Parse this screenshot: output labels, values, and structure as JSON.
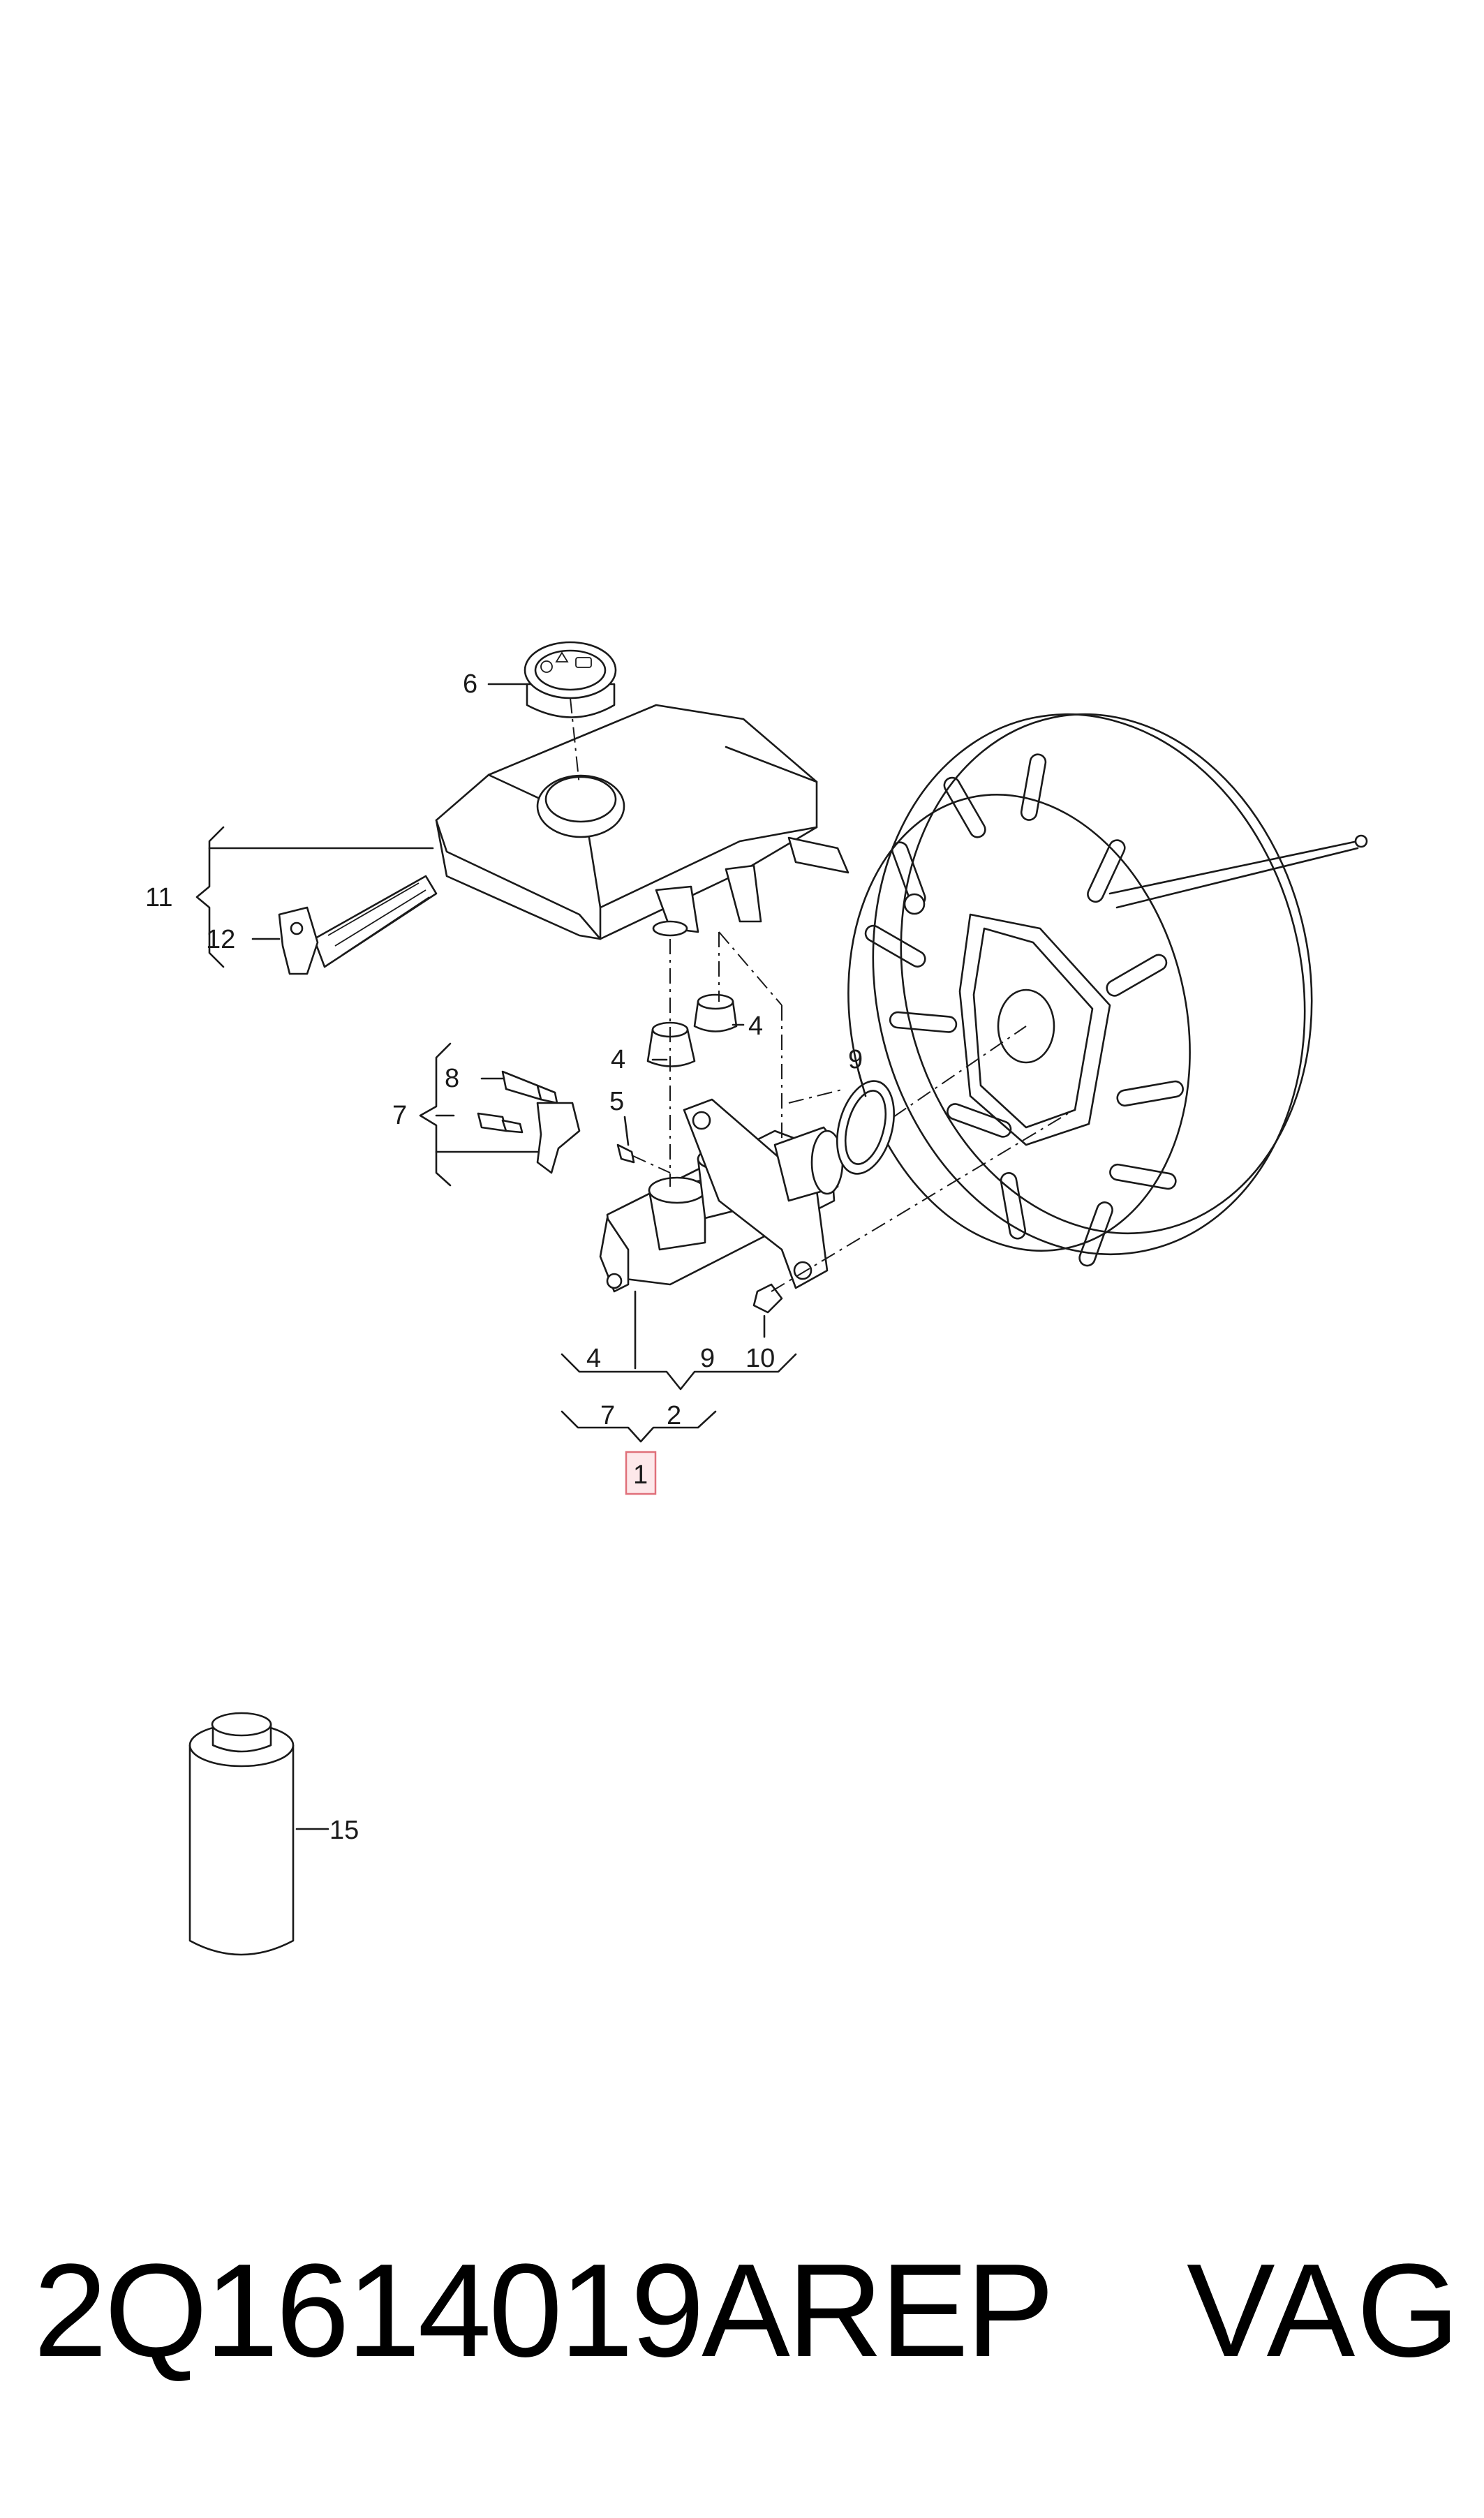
{
  "diagram": {
    "callouts": {
      "c1": "1",
      "c2": "2",
      "c4a": "4",
      "c4b": "4",
      "c4c": "4",
      "c5": "5",
      "c6": "6",
      "c7a": "7",
      "c7b": "7",
      "c8": "8",
      "c9a": "9",
      "c9b": "9",
      "c10": "10",
      "c11": "11",
      "c12": "12",
      "c15": "15"
    },
    "highlighted_part": "1",
    "colors": {
      "line": "#1a1a1a",
      "highlight_fill": "#fde8ea",
      "highlight_stroke": "#e0707a"
    }
  },
  "footer": {
    "part_number": "2Q1614019AREP",
    "brand": "VAG"
  }
}
